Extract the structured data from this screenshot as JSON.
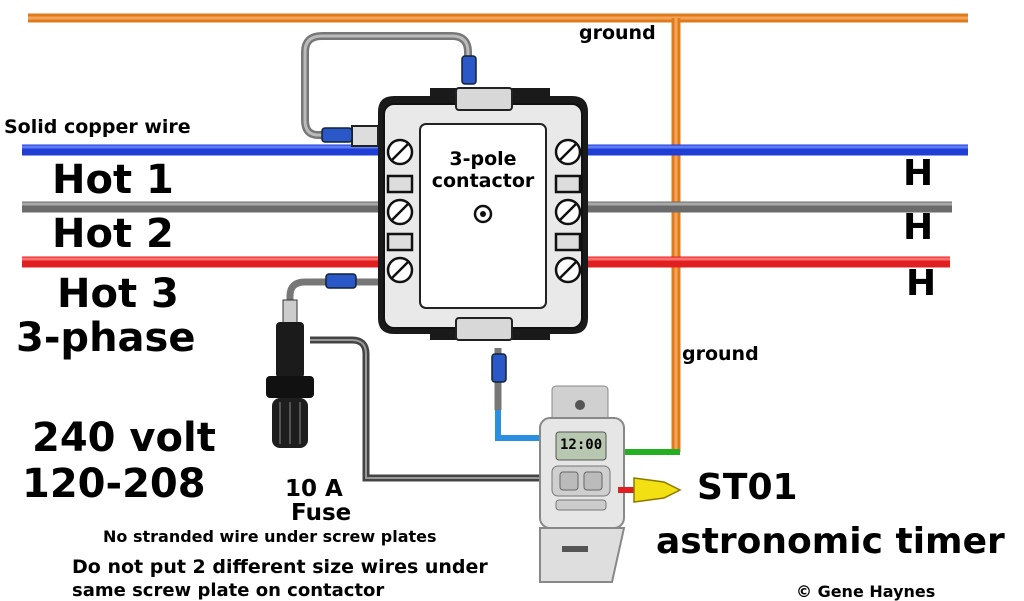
{
  "labels": {
    "ground_top": "ground",
    "ground_mid": "ground",
    "solid_copper": "Solid copper wire",
    "hot1": "Hot 1",
    "hot2": "Hot 2",
    "hot3": "Hot 3",
    "three_phase": "3-phase",
    "volt240": "240 volt",
    "volt120": "120-208",
    "contactor_line1": "3-pole",
    "contactor_line2": "contactor",
    "h1": "H",
    "h2": "H",
    "h3": "H",
    "fuse_line1": "10 A",
    "fuse_line2": "Fuse",
    "note1": "No stranded wire under screw plates",
    "note2_line1": "Do not put 2 different size wires under",
    "note2_line2": "same screw plate on contactor",
    "timer_model": "ST01",
    "timer_desc": "astronomic timer",
    "timer_display": "12:00",
    "copyright": "© Gene Haynes"
  },
  "colors": {
    "ground_wire": "#e07b1c",
    "hot1_wire": "#1f3ed6",
    "hot2_wire": "#6b6b6b",
    "hot3_wire": "#e02020",
    "neutral_wire": "#444444",
    "green_wire": "#22b022",
    "light_blue_wire": "#2a8fe0",
    "connector_yellow": "#f2e012"
  }
}
